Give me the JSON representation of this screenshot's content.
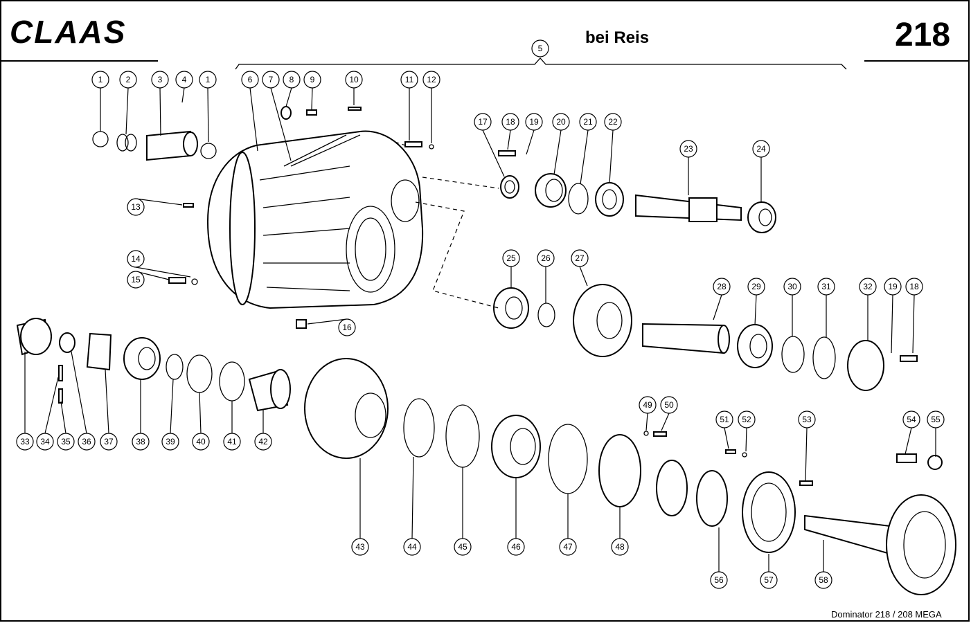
{
  "header": {
    "brand": "CLAAS",
    "subtitle": "bei Reis",
    "page_number": "218"
  },
  "footer": {
    "model": "Dominator 218 / 208 MEGA"
  },
  "callouts": [
    "1",
    "2",
    "3",
    "4",
    "1",
    "5",
    "6",
    "7",
    "8",
    "9",
    "10",
    "11",
    "12",
    "13",
    "14",
    "15",
    "16",
    "17",
    "18",
    "19",
    "20",
    "21",
    "22",
    "23",
    "24",
    "25",
    "26",
    "27",
    "28",
    "29",
    "30",
    "31",
    "32",
    "19",
    "18",
    "33",
    "34",
    "35",
    "36",
    "37",
    "38",
    "39",
    "40",
    "41",
    "42",
    "43",
    "44",
    "45",
    "46",
    "47",
    "48",
    "49",
    "50",
    "51",
    "52",
    "53",
    "54",
    "55",
    "56",
    "57",
    "58"
  ]
}
